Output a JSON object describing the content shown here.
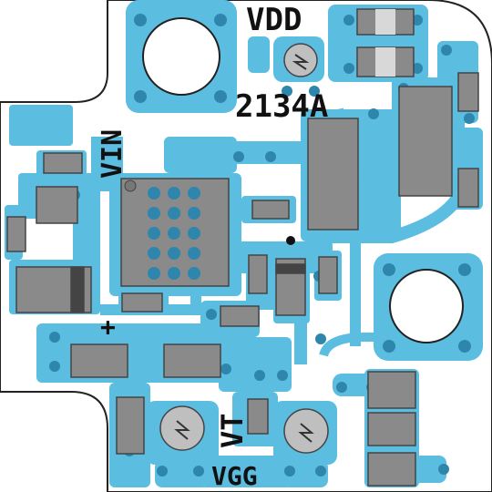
{
  "board": {
    "part_number": "2134A",
    "labels": {
      "vdd": "VDD",
      "vin": "VIN",
      "vt": "VT",
      "vgg": "VGG",
      "plus": "+"
    },
    "colors": {
      "board": "#ffffff",
      "copper": "#5bbde0",
      "component": "#8a8a8a",
      "component_dark": "#444444",
      "pad_hole": "#ffffff",
      "silkscreen": "#111111"
    }
  }
}
